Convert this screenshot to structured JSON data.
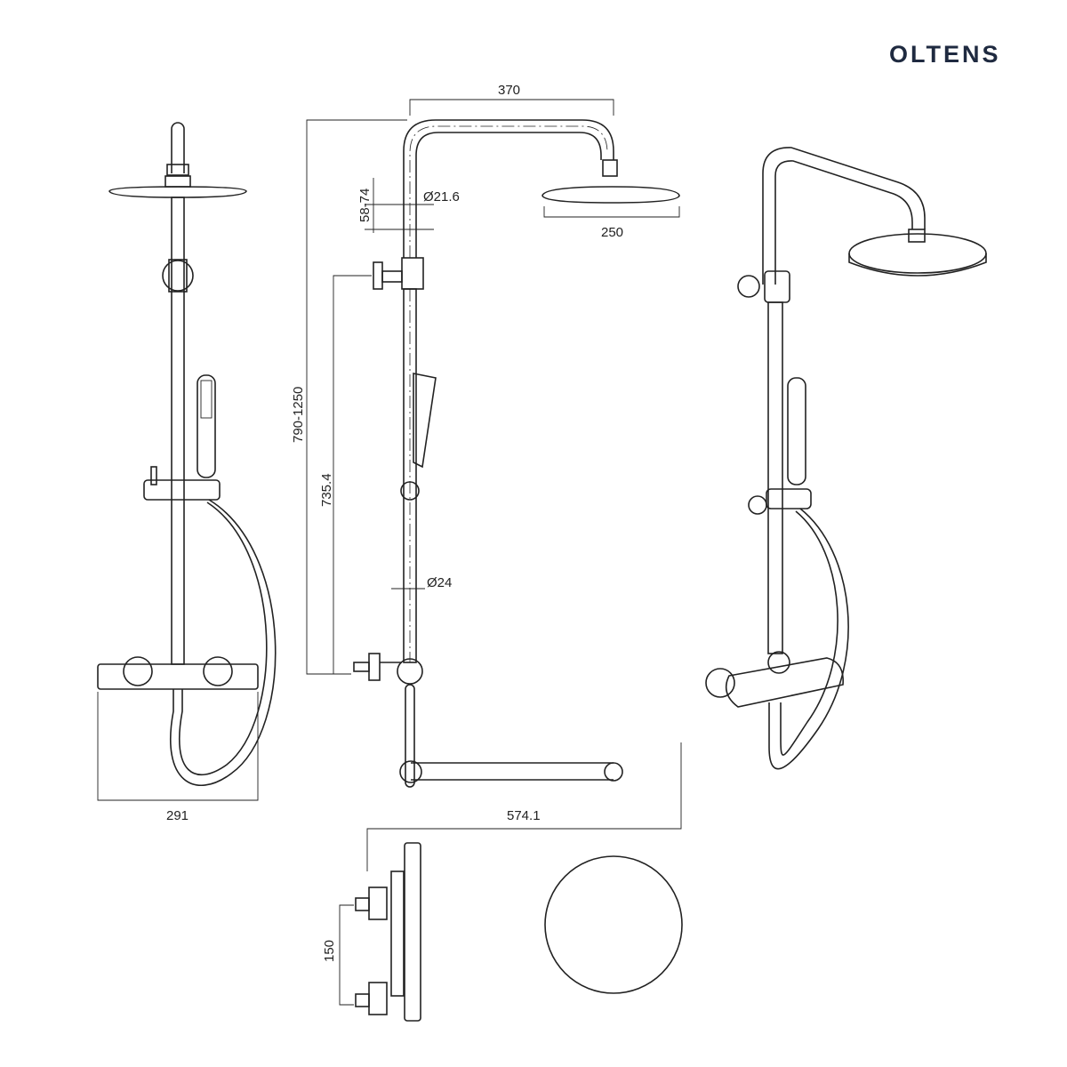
{
  "brand": {
    "name": "OLTENS",
    "color": "#1f2a40"
  },
  "dimensions": {
    "arm_length": "370",
    "head_diameter": "250",
    "head_offset": "58-74",
    "arm_pipe_diameter": "Ø21.6",
    "total_height": "790-1250",
    "inlet_to_holder": "735.4",
    "riser_diameter": "Ø24",
    "mixer_width": "291",
    "top_depth": "574.1",
    "inlet_spacing": "150"
  }
}
